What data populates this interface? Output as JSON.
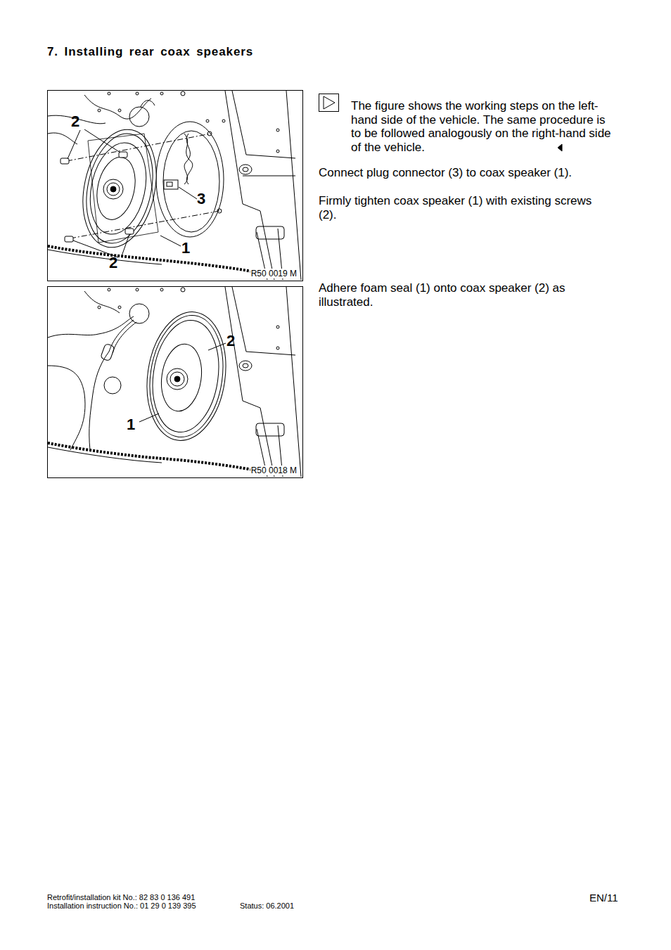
{
  "diagram": {
    "title": "7. Installing rear coax speakers",
    "nodes": [
      {
        "text": [
          "R50 0019 M"
        ]
      },
      {
        "text": [
          "R50 0018 M"
        ]
      }
    ],
    "labels": [
      "The figure shows the working steps on the left-hand side of the vehicle. The same procedure is to be followed analogously on the right-hand side of the vehicle.",
      "Connect plug connector (3) to coax speaker (1).",
      "Firmly tighten coax speaker (1) with existing screws (2).",
      "Adhere foam seal (1) onto coax speaker (2) as illustrated.",
      "2",
      "3",
      "1",
      "2",
      "2",
      "1",
      "Retrofit/installation kit No.: 82 83 0 136 491",
      "Installation instruction No.: 01 29 0 139 395",
      "Status: 06.2001",
      "EN/11"
    ]
  }
}
